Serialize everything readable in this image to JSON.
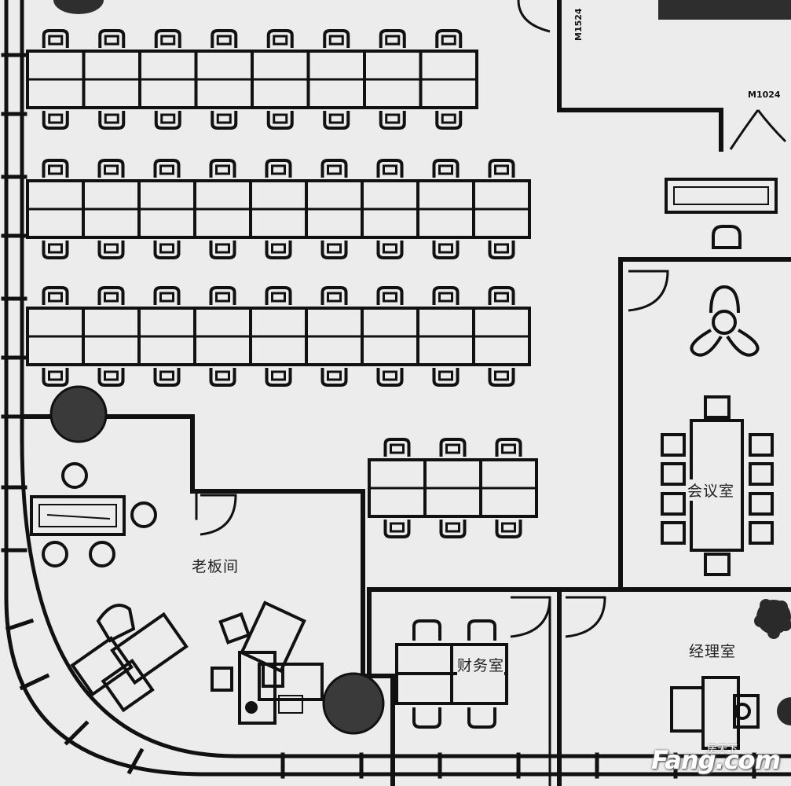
{
  "rooms": {
    "boss_office": "老板间",
    "meeting_room": "会议室",
    "finance_room": "财务室",
    "manager_room": "经理室"
  },
  "door_codes": {
    "top_door": "M1524",
    "right_door": "M1024"
  },
  "watermark": {
    "brand": "Fang.com",
    "brand_cn": "房天下"
  },
  "colors": {
    "background": "#ececec",
    "line": "#111111",
    "fill_dark": "#3a3a3a",
    "plant": "#2a2a2a"
  },
  "workstations": {
    "row1_desks": 8,
    "row2_desks": 9,
    "row3_desks": 9,
    "middle_block_desks": 3
  }
}
